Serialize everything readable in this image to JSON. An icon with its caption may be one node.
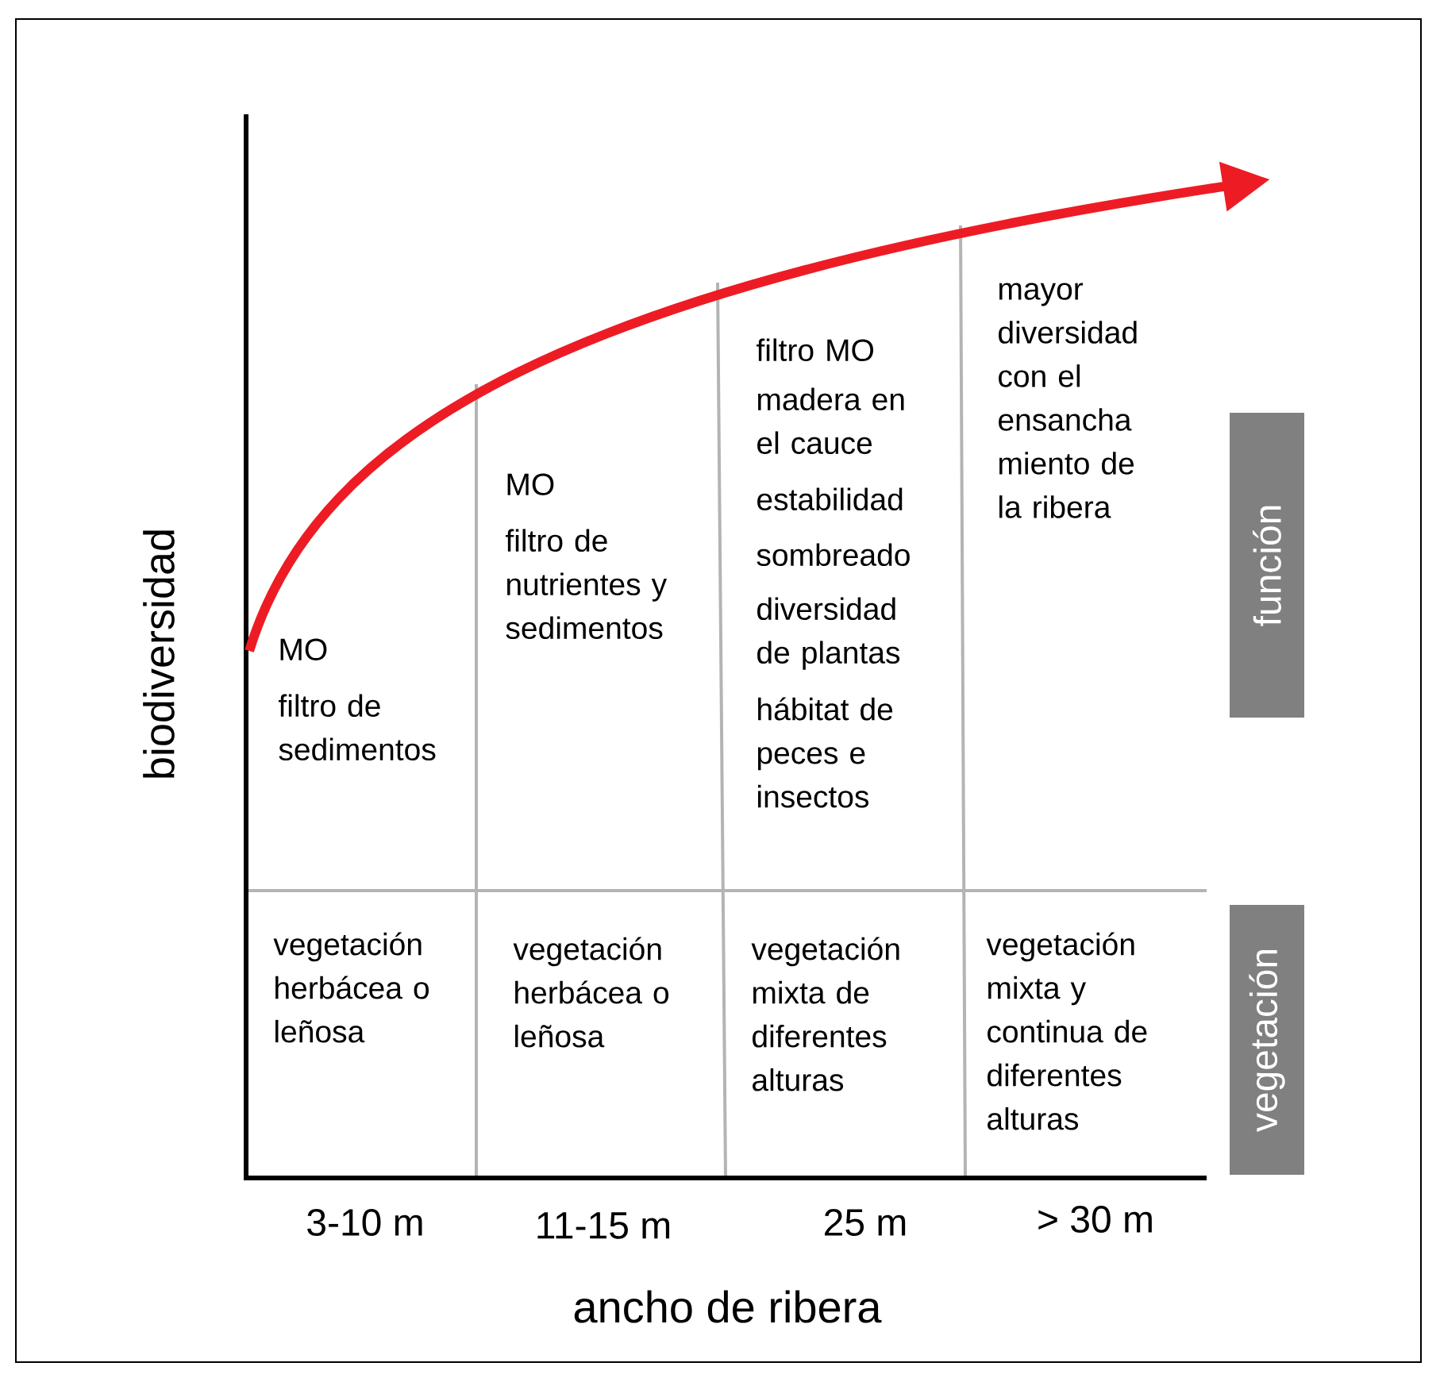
{
  "diagram": {
    "nodes": [
      {
        "text": [
          "función"
        ]
      },
      {
        "text": [
          "vegetación"
        ]
      }
    ],
    "labels": [
      "biodiversidad",
      "MO",
      "filtro de sedimentos",
      "MO",
      "filtro de nutrientes y sedimentos",
      "filtro MO",
      "madera en el cauce",
      "estabilidad",
      "sombreado",
      "diversidad de plantas",
      "hábitat de peces e insectos",
      "mayor diversidad con el ensancha miento de la ribera",
      "vegetación herbácea o leñosa",
      "vegetación herbácea o leñosa",
      "vegetación mixta de diferentes alturas",
      "vegetación mixta y continua de diferentes alturas",
      "3-10 m",
      "11-15 m",
      "25 m",
      "> 30 m",
      "ancho de ribera"
    ]
  }
}
